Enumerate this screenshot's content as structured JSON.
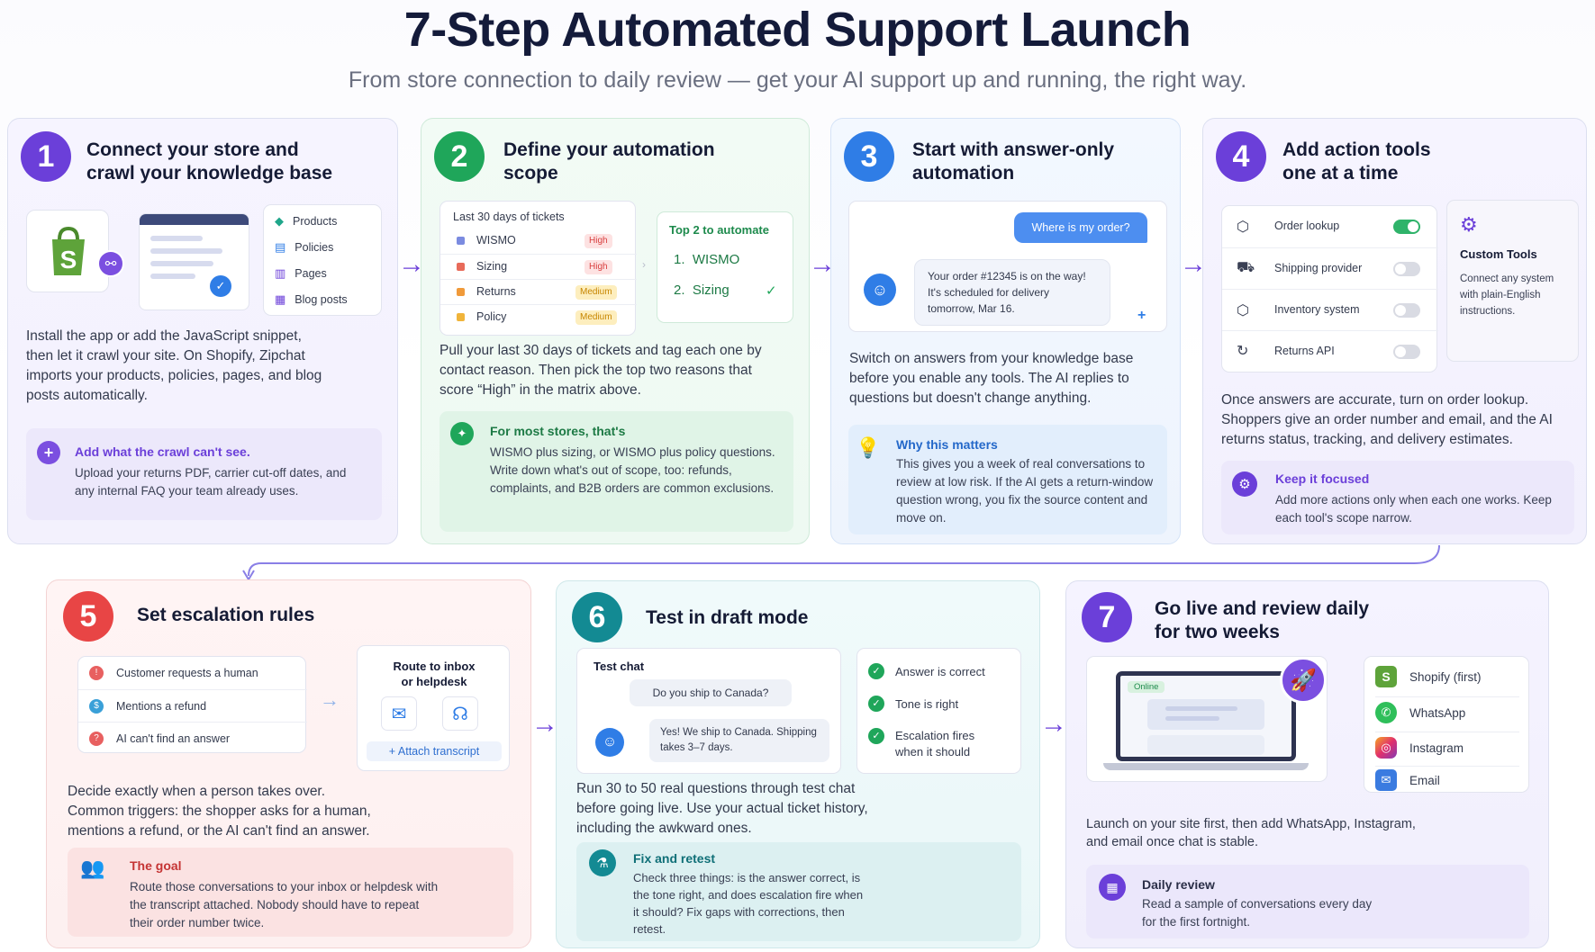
{
  "header": {
    "title": "7-Step Automated Support Launch",
    "subtitle": "From store connection to daily review — get your AI support up and running, the right way."
  },
  "steps": [
    {
      "number": "1",
      "title_line1": "Connect your store and",
      "title_line2": "crawl your knowledge base",
      "list": [
        "Products",
        "Policies",
        "Pages",
        "Blog posts"
      ],
      "body": "Install the app or add the JavaScript snippet, then let it crawl your site. On Shopify, Zipchat imports your products, policies, pages, and blog posts automatically.",
      "note_title": "Add what the crawl can't see.",
      "note_text": "Upload your returns PDF, carrier cut-off dates, and any internal FAQ your team already uses."
    },
    {
      "number": "2",
      "title_line1": "Define your automation",
      "title_line2": "scope",
      "table_title": "Last 30 days of tickets",
      "rows": [
        {
          "label": "WISMO",
          "badge": "High"
        },
        {
          "label": "Sizing",
          "badge": "High"
        },
        {
          "label": "Returns",
          "badge": "Medium"
        },
        {
          "label": "Policy",
          "badge": "Medium"
        }
      ],
      "top_title": "Top 2 to automate",
      "top_items": [
        "1.  WISMO",
        "2.  Sizing"
      ],
      "body": "Pull your last 30 days of tickets and tag each one by contact reason. Then pick the top two reasons that score “High” in the matrix above.",
      "note_title": "For most stores, that's",
      "note_text": "WISMO plus sizing, or WISMO plus policy questions. Write down what's out of scope, too: refunds, complaints, and B2B orders are common exclusions."
    },
    {
      "number": "3",
      "title_line1": "Start with answer-only",
      "title_line2": "automation",
      "chat_user": "Where is my order?",
      "chat_bot": "Your order #12345 is on the way! It's scheduled for delivery tomorrow, Mar 16.",
      "body": "Switch on answers from your knowledge base before you enable any tools. The AI replies to questions but doesn't change anything.",
      "note_title": "Why this matters",
      "note_text": "This gives you a week of real conversations to review at low risk. If the AI gets a return-window question wrong, you fix the source content and move on."
    },
    {
      "number": "4",
      "title_line1": "Add action tools",
      "title_line2": "one at a time",
      "tools": [
        "Order lookup",
        "Shipping provider",
        "Inventory system",
        "Returns API"
      ],
      "tool_states": [
        true,
        false,
        false,
        false
      ],
      "custom_title": "Custom Tools",
      "custom_text": "Connect any system with plain-English instructions.",
      "body": "Once answers are accurate, turn on order lookup. Shoppers give an order number and email, and the AI returns status, tracking, and delivery estimates.",
      "note_title": "Keep it focused",
      "note_text": "Add more actions only when each one works. Keep each tool's scope narrow."
    },
    {
      "number": "5",
      "title_line1": "Set escalation rules",
      "triggers": [
        "Customer requests a human",
        "Mentions a refund",
        "AI can't find an answer"
      ],
      "route_title_line1": "Route to inbox",
      "route_title_line2": "or helpdesk",
      "attach_label": "+ Attach transcript",
      "body": "Decide exactly when a person takes over. Common triggers: the shopper asks for a human, mentions a refund, or the AI can't find an answer.",
      "note_title": "The goal",
      "note_text": "Route those conversations to your inbox or helpdesk with the transcript attached. Nobody should have to repeat their order number twice."
    },
    {
      "number": "6",
      "title_line1": "Test in draft mode",
      "test_title": "Test chat",
      "test_user": "Do you ship to Canada?",
      "test_bot": "Yes! We ship to Canada. Shipping takes 3–7 days.",
      "checks": [
        "Answer is correct",
        "Tone is right",
        "Escalation fires when it should"
      ],
      "body": "Run 30 to 50 real questions through test chat before going live. Use your actual ticket history, including the awkward ones.",
      "note_title": "Fix and retest",
      "note_text": "Check three things: is the answer correct, is the tone right, and does escalation fire when it should? Fix gaps with corrections, then retest."
    },
    {
      "number": "7",
      "title_line1": "Go live and review daily",
      "title_line2": "for two weeks",
      "online_label": "Online",
      "channels": [
        "Shopify (first)",
        "WhatsApp",
        "Instagram",
        "Email"
      ],
      "body": "Launch on your site first, then add WhatsApp, Instagram, and email once chat is stable.",
      "note_title": "Daily review",
      "note_text": "Read a sample of conversations every day for the first fortnight."
    }
  ],
  "colors": {
    "step1": "#6b3fd9",
    "step2": "#1fa65a",
    "step3": "#2f7de6",
    "step4": "#6b3fd9",
    "step5": "#e84545",
    "step6": "#138a93",
    "step7": "#6b3fd9",
    "arrow": "#6b3fd9"
  }
}
